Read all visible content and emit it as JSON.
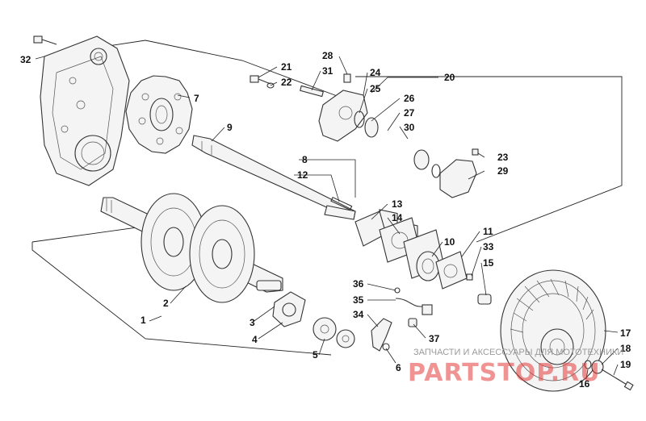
{
  "diagram": {
    "callouts": [
      {
        "id": "c1",
        "text": "1"
      },
      {
        "id": "c2",
        "text": "2"
      },
      {
        "id": "c3",
        "text": "3"
      },
      {
        "id": "c4",
        "text": "4"
      },
      {
        "id": "c5",
        "text": "5"
      },
      {
        "id": "c6",
        "text": "6"
      },
      {
        "id": "c7",
        "text": "7"
      },
      {
        "id": "c8",
        "text": "8"
      },
      {
        "id": "c9",
        "text": "9"
      },
      {
        "id": "c10",
        "text": "10"
      },
      {
        "id": "c11",
        "text": "11"
      },
      {
        "id": "c12",
        "text": "12"
      },
      {
        "id": "c13",
        "text": "13"
      },
      {
        "id": "c14",
        "text": "14"
      },
      {
        "id": "c15",
        "text": "15"
      },
      {
        "id": "c16",
        "text": "16"
      },
      {
        "id": "c17",
        "text": "17"
      },
      {
        "id": "c18",
        "text": "18"
      },
      {
        "id": "c19",
        "text": "19"
      },
      {
        "id": "c20",
        "text": "20"
      },
      {
        "id": "c21",
        "text": "21"
      },
      {
        "id": "c22",
        "text": "22"
      },
      {
        "id": "c23",
        "text": "23"
      },
      {
        "id": "c24",
        "text": "24"
      },
      {
        "id": "c25",
        "text": "25"
      },
      {
        "id": "c26",
        "text": "26"
      },
      {
        "id": "c27",
        "text": "27"
      },
      {
        "id": "c28",
        "text": "28"
      },
      {
        "id": "c29",
        "text": "29"
      },
      {
        "id": "c30",
        "text": "30"
      },
      {
        "id": "c31",
        "text": "31"
      },
      {
        "id": "c32",
        "text": "32"
      },
      {
        "id": "c33",
        "text": "33"
      },
      {
        "id": "c34",
        "text": "34"
      },
      {
        "id": "c35",
        "text": "35"
      },
      {
        "id": "c36",
        "text": "36"
      },
      {
        "id": "c37",
        "text": "37"
      }
    ]
  },
  "watermark": {
    "tagline": "ЗАПЧАСТИ И АКСЕССУАРЫ ДЛЯ МОТОТЕХНИКИ",
    "logo": "PARTSTOP.RU",
    "colors": {
      "logo": "#e23b3b",
      "tagline": "#9a9a9a"
    }
  },
  "colors": {
    "line": "#333333",
    "background": "#ffffff"
  }
}
